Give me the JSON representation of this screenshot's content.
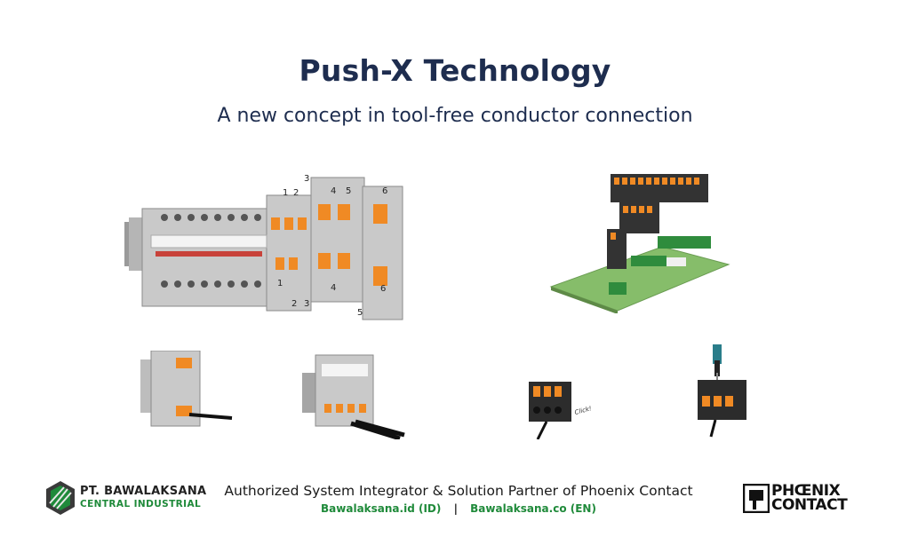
{
  "header": {
    "title": "Push-X Technology",
    "subtitle": "A new concept in tool-free conductor connection"
  },
  "product_images": [
    {
      "name": "terminal-block-assembly",
      "labels": [
        "3",
        "1",
        "2",
        "4",
        "5",
        "6",
        "1",
        "2",
        "3",
        "4",
        "5",
        "6"
      ]
    },
    {
      "name": "pcb-connector-board"
    },
    {
      "name": "terminal-side-view"
    },
    {
      "name": "terminal-wire-insertion"
    },
    {
      "name": "plug-connector-click",
      "label": "Click!"
    },
    {
      "name": "plug-connector-screwdriver"
    }
  ],
  "footer": {
    "company_name": "PT. BAWALAKSANA",
    "company_sub": "CENTRAL INDUSTRIAL",
    "tagline": "Authorized System Integrator & Solution Partner of Phoenix Contact",
    "link_id": "Bawalaksana.id (ID)",
    "separator": "|",
    "link_en": "Bawalaksana.co (EN)",
    "partner_logo_line1": "PHŒNIX",
    "partner_logo_line2": "CONTACT"
  },
  "colors": {
    "title": "#1e2d4f",
    "link_green": "#1f8a3a",
    "connector_orange": "#f08a24",
    "pcb_green": "#86bd6a"
  }
}
